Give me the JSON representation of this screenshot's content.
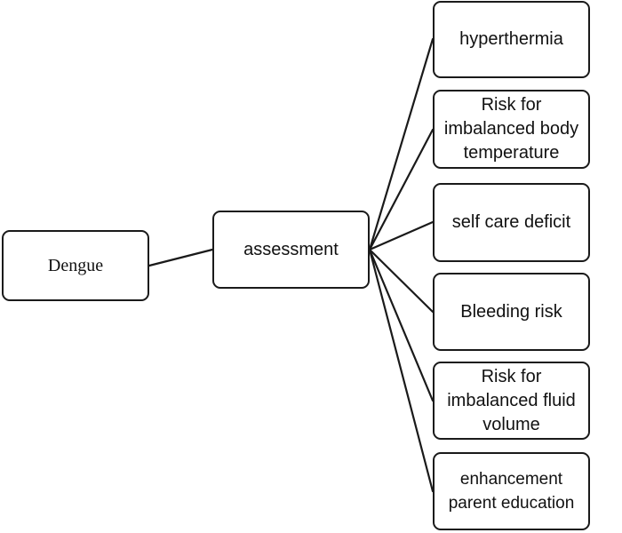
{
  "root": {
    "label": "Dengue"
  },
  "hub": {
    "label": "assessment"
  },
  "diagnoses": [
    {
      "label": "hyperthermia"
    },
    {
      "label": "Risk for imbalanced body temperature"
    },
    {
      "label": "self care deficit"
    },
    {
      "label": "Bleeding risk"
    },
    {
      "label": "Risk for imbalanced fluid volume"
    },
    {
      "label": "enhancement parent education"
    }
  ],
  "colors": {
    "stroke": "#1a1a1a",
    "background": "#ffffff",
    "text": "#111111"
  }
}
